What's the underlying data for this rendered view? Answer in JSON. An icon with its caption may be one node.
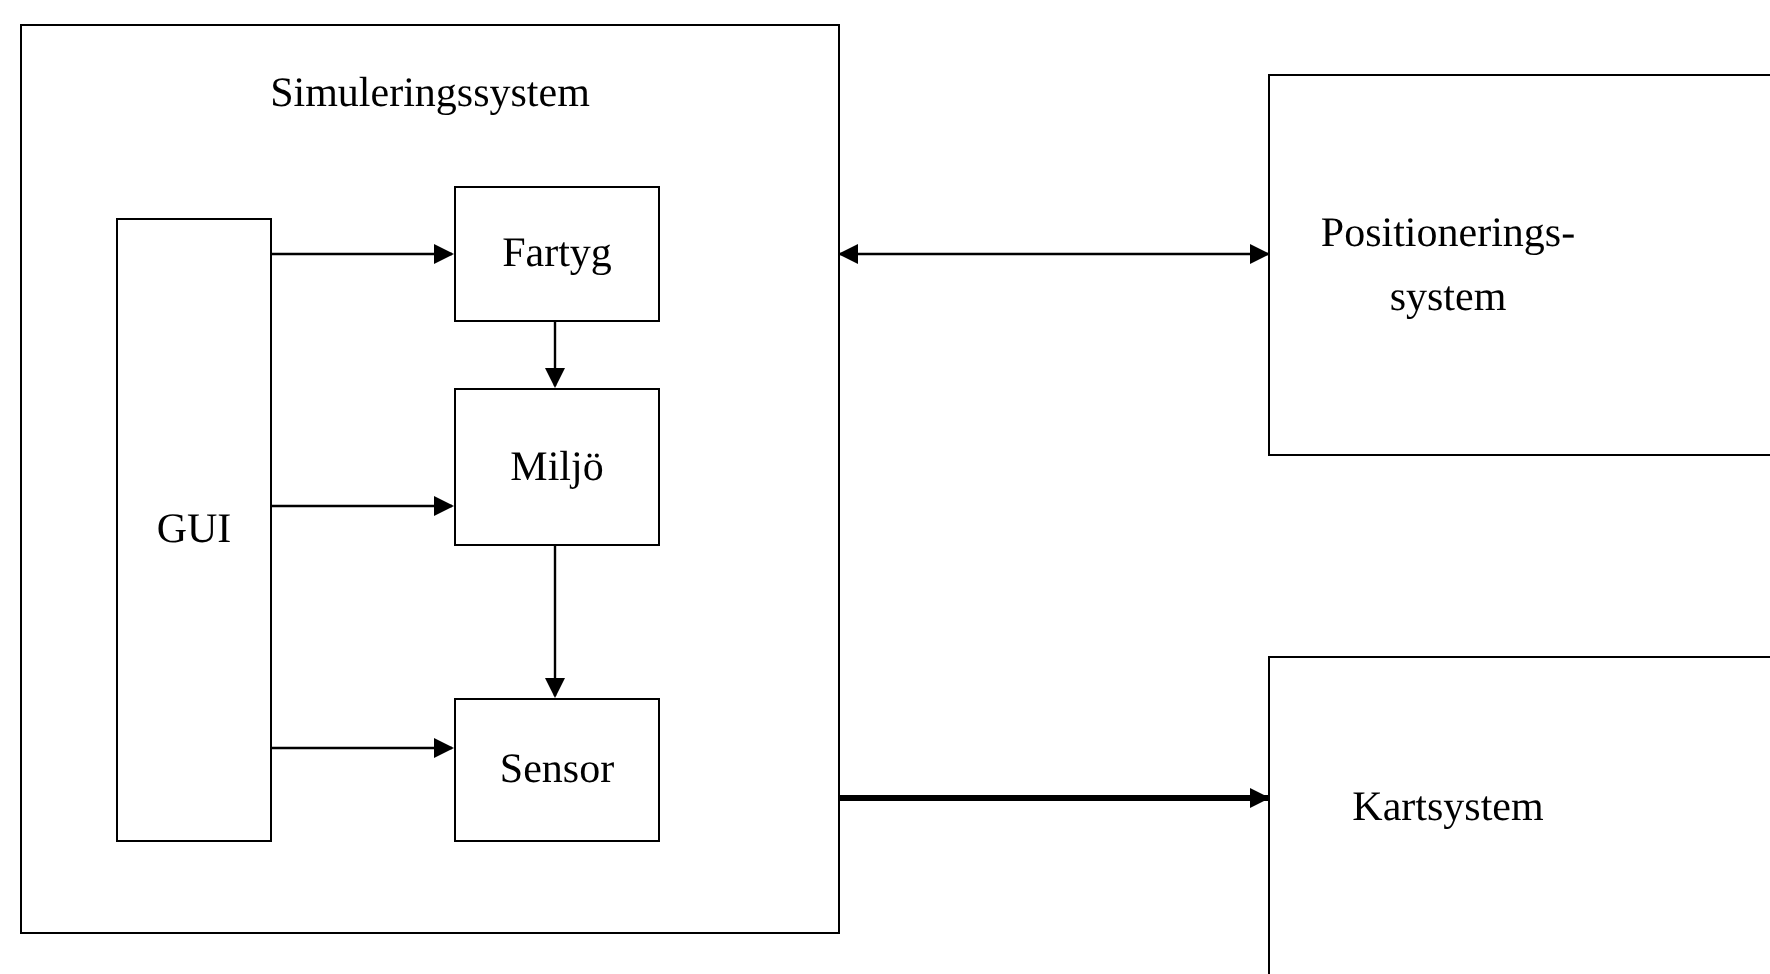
{
  "diagram": {
    "nodes": [
      {
        "text": [
          "Simuleringssystem"
        ]
      },
      {
        "text": [
          "GUI"
        ],
        "in": 0
      },
      {
        "text": [
          "Fartyg"
        ],
        "in": 0
      },
      {
        "text": [
          "Miljö"
        ],
        "in": 0
      },
      {
        "text": [
          "Sensor"
        ],
        "in": 0
      },
      {
        "text": [
          "Positionerings- system"
        ]
      },
      {
        "text": [
          "Kartsystem"
        ]
      }
    ],
    "edges": [
      {
        "from": 1,
        "to": 2,
        "arrow": "to"
      },
      {
        "from": 1,
        "to": 3,
        "arrow": "to"
      },
      {
        "from": 1,
        "to": 4,
        "arrow": "to"
      },
      {
        "from": 2,
        "to": 3,
        "arrow": "to"
      },
      {
        "from": 3,
        "to": 4,
        "arrow": "to"
      },
      {
        "from": 0,
        "to": 5,
        "arrow": "both"
      },
      {
        "from": 0,
        "to": 6,
        "arrow": "to",
        "style": "thick"
      }
    ]
  }
}
